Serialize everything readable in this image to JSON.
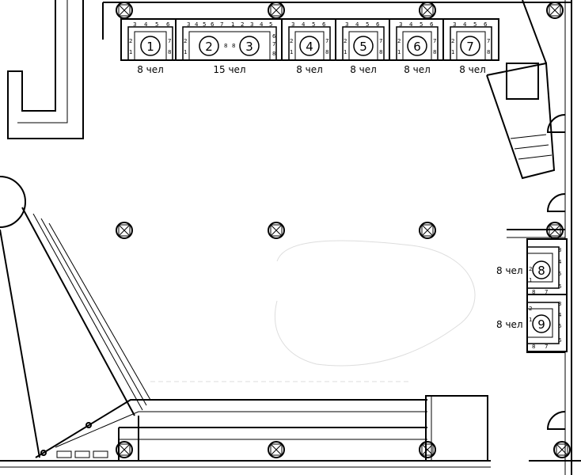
{
  "booths": [
    {
      "id": "1",
      "capacity": "8 чел",
      "seats": [
        "3",
        "4",
        "5",
        "6",
        "2",
        "1",
        "7",
        "8"
      ]
    },
    {
      "id": "2",
      "capacity": "15 чел",
      "seats": [
        "3",
        "4",
        "5",
        "6",
        "7",
        "1",
        "2",
        "3",
        "4",
        "5",
        "2",
        "1",
        "8",
        "8",
        "6",
        "7",
        "8"
      ]
    },
    {
      "id": "3",
      "capacity": "",
      "seats": []
    },
    {
      "id": "4",
      "capacity": "8 чел",
      "seats": [
        "3",
        "4",
        "5",
        "6",
        "2",
        "1",
        "7",
        "8"
      ]
    },
    {
      "id": "5",
      "capacity": "8 чел",
      "seats": [
        "3",
        "4",
        "5",
        "6",
        "2",
        "1",
        "7",
        "8"
      ]
    },
    {
      "id": "6",
      "capacity": "8 чел",
      "seats": [
        "3",
        "4",
        "5",
        "6",
        "2",
        "1",
        "7",
        "8"
      ]
    },
    {
      "id": "7",
      "capacity": "8 чел",
      "seats": [
        "3",
        "4",
        "5",
        "6",
        "2",
        "1",
        "7",
        "8"
      ]
    },
    {
      "id": "8",
      "capacity": "8 чел",
      "seats": [
        "3",
        "4",
        "2",
        "5",
        "1",
        "6",
        "8",
        "7"
      ]
    },
    {
      "id": "9",
      "capacity": "8 чел",
      "seats": [
        "3",
        "2",
        "4",
        "1",
        "5",
        "8",
        "7",
        "6"
      ]
    }
  ]
}
